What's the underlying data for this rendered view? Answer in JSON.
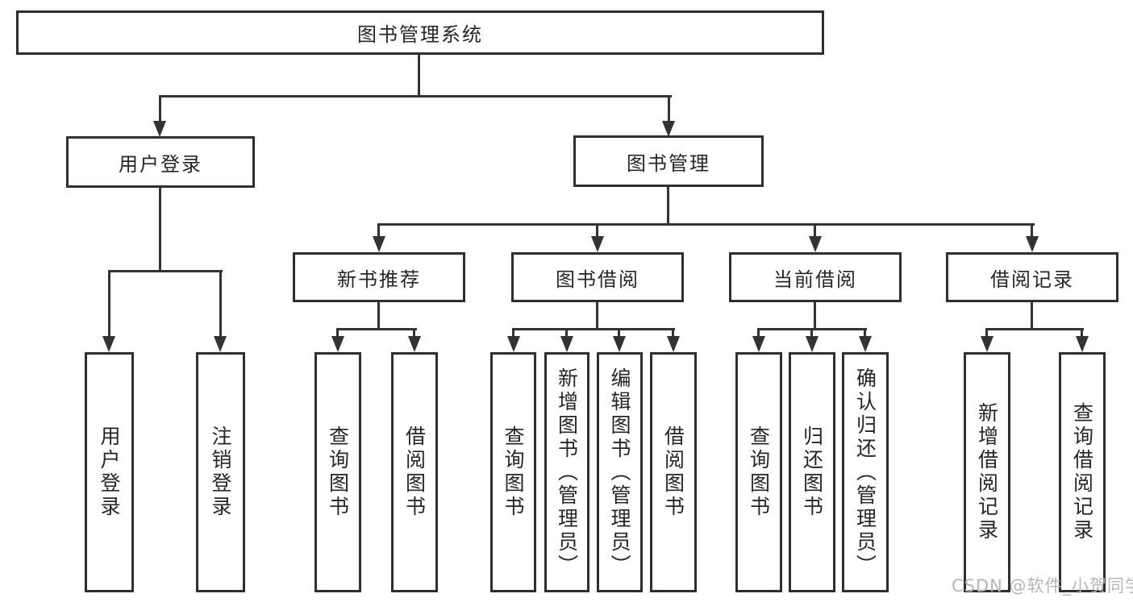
{
  "diagram": {
    "type": "hierarchy-tree",
    "colors": {
      "line": "#333333",
      "border": "#2f2f2f",
      "text": "#262626",
      "background": "#ffffff",
      "watermark": "#b9b4b4"
    },
    "nodes": {
      "root": "图书管理系统",
      "user_login": "用户登录",
      "book_mgmt": "图书管理",
      "new_book": "新书推荐",
      "book_borrow": "图书借阅",
      "current_borrow": "当前借阅",
      "borrow_record": "借阅记录",
      "ul_login": "用户登录",
      "ul_logout": "注销登录",
      "nb_query": "查询图书",
      "nb_borrow": "借阅图书",
      "bb_query": "查询图书",
      "bb_add": "新增图书（管理员）",
      "bb_edit": "编辑图书（管理员）",
      "bb_borrow": "借阅图书",
      "cb_query": "查询图书",
      "cb_return": "归还图书",
      "cb_confirm": "确认归还（管理员）",
      "br_add": "新增借阅记录",
      "br_query": "查询借阅记录"
    },
    "hierarchy": {
      "图书管理系统": {
        "用户登录": [
          "用户登录",
          "注销登录"
        ],
        "图书管理": {
          "新书推荐": [
            "查询图书",
            "借阅图书"
          ],
          "图书借阅": [
            "查询图书",
            "新增图书（管理员）",
            "编辑图书（管理员）",
            "借阅图书"
          ],
          "当前借阅": [
            "查询图书",
            "归还图书",
            "确认归还（管理员）"
          ],
          "借阅记录": [
            "新增借阅记录",
            "查询借阅记录"
          ]
        }
      }
    },
    "watermark": "CSDN @软件_小贺同学"
  }
}
